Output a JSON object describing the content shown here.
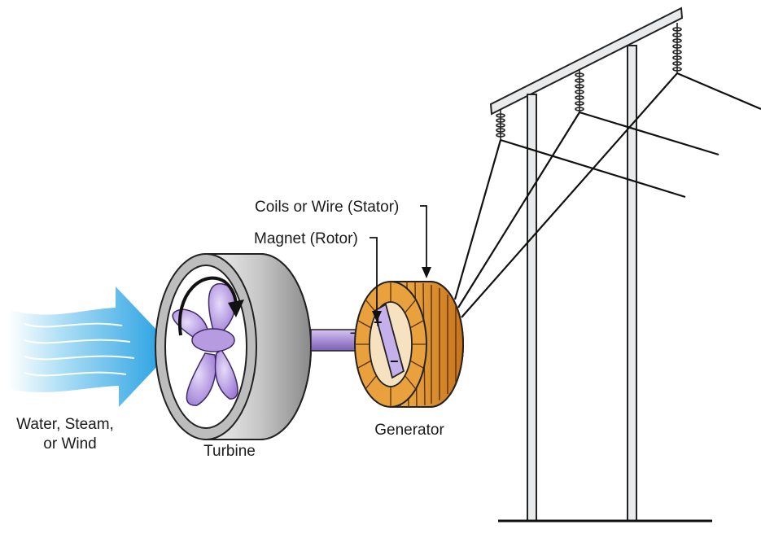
{
  "labels": {
    "input": [
      "Water, Steam,",
      "or Wind"
    ],
    "turbine": "Turbine",
    "generator": "Generator",
    "magnet": "Magnet (Rotor)",
    "coils": "Coils or Wire (Stator)"
  },
  "rotor_signs": {
    "plus": "+",
    "minus": "−",
    "shaft_mark": "−"
  },
  "colors": {
    "flow_blue": "#2aa6e6",
    "turbine_housing": "#9a9a9a",
    "blades": "#b79be0",
    "shaft": "#a98fd6",
    "stator": "#d98d2a",
    "tower": "#e9eaeb"
  }
}
